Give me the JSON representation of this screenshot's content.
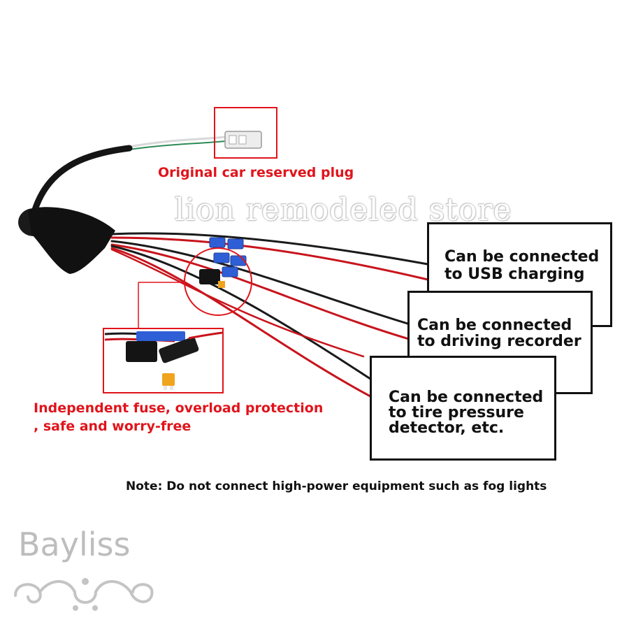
{
  "labels": {
    "reserved_plug": "Original car reserved plug",
    "fuse_line1": "Independent fuse, overload protection",
    "fuse_line2": ", safe and worry-free",
    "note": "Note: Do not connect high-power equipment such as fog lights"
  },
  "callouts": [
    {
      "line1": "Can be connected",
      "line2": "to USB charging",
      "line3": ""
    },
    {
      "line1": "Can be connected",
      "line2": "to driving recorder",
      "line3": ""
    },
    {
      "line1": "Can be connected",
      "line2": "to tire pressure",
      "line3": "detector, etc."
    }
  ],
  "watermark": "lion remodeled store",
  "brand": {
    "name": "Bayliss"
  },
  "colors": {
    "highlight_red": "#e0141b",
    "connector_blue": "#2f5fd6",
    "wire_red": "#c8141c",
    "wire_black": "#1a1a1a",
    "fuse_amber": "#f0a41e"
  }
}
